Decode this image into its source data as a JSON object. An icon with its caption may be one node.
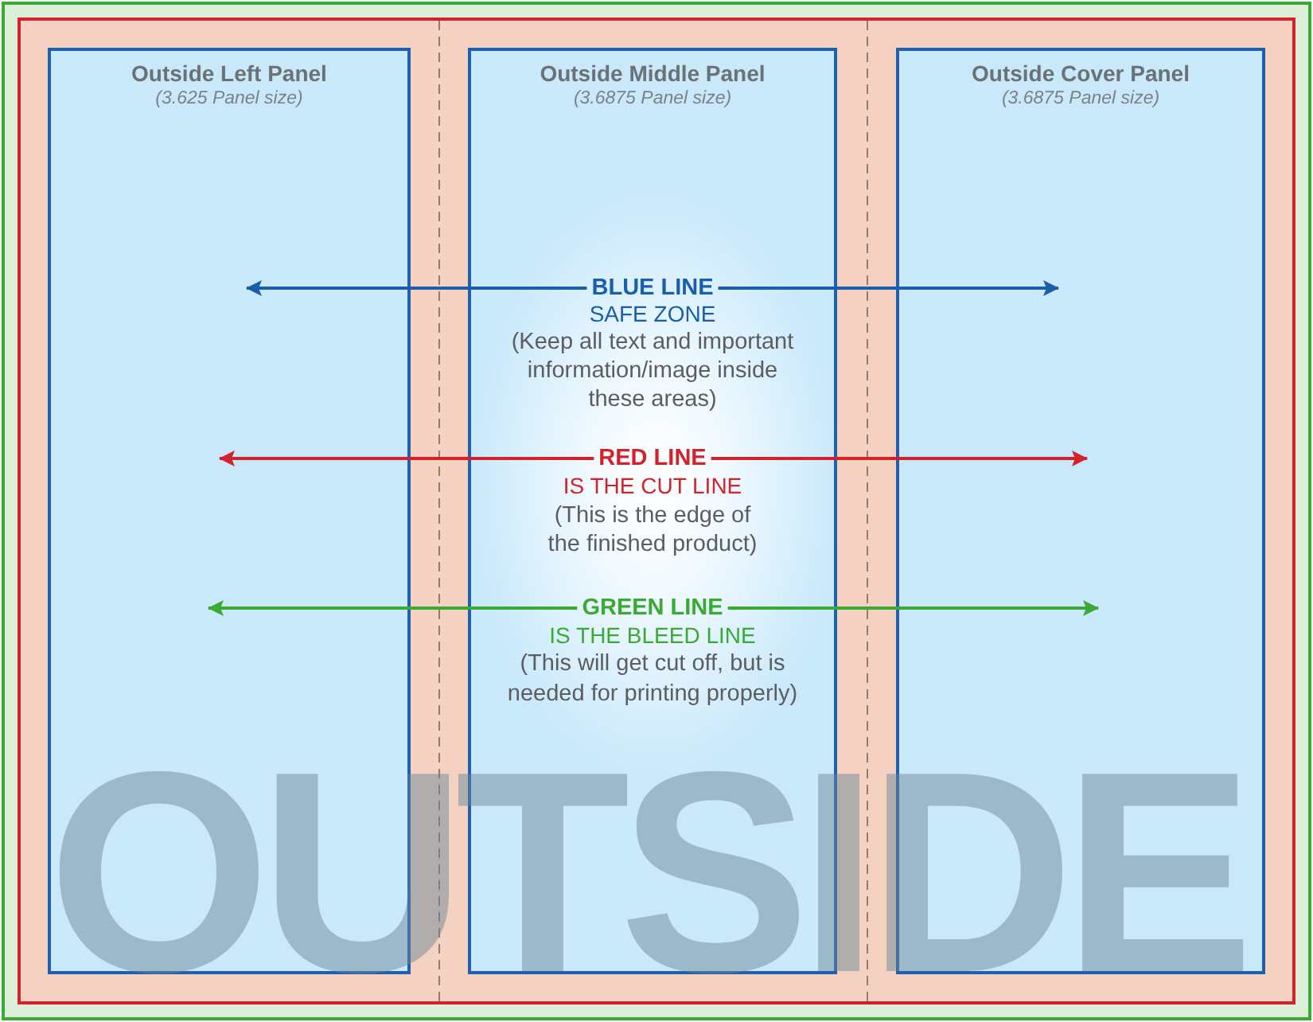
{
  "diagram": {
    "nodes": [
      {
        "text": [
          "Outside Left Panel",
          "(3.625 Panel size)"
        ]
      },
      {
        "text": [
          "Outside Middle Panel",
          "(3.6875 Panel size)"
        ]
      },
      {
        "text": [
          "Outside Cover Panel",
          "(3.6875 Panel size)"
        ]
      },
      {
        "text": [
          "BLUE LINE"
        ],
        "beside": [
          "SAFE ZONE",
          "(Keep all text and important information/image inside these areas)"
        ],
        "in": 1
      },
      {
        "text": [
          "RED LINE"
        ],
        "beside": [
          "IS THE CUT LINE",
          "(This is the edge of the finished product)"
        ],
        "in": 1
      },
      {
        "text": [
          "GREEN LINE"
        ],
        "beside": [
          "IS THE BLEED LINE",
          "(This will get cut off, but is needed for printing properly)"
        ],
        "in": 1
      }
    ],
    "edges": [
      {
        "from": 3,
        "to": 0,
        "arrow": "to",
        "color": "#1b5faa"
      },
      {
        "from": 3,
        "to": 2,
        "arrow": "to",
        "color": "#1b5faa"
      },
      {
        "from": 4,
        "to": 0,
        "arrow": "to",
        "color": "#d2232a"
      },
      {
        "from": 4,
        "to": 2,
        "arrow": "to",
        "color": "#d2232a"
      },
      {
        "from": 5,
        "to": 0,
        "arrow": "to",
        "color": "#3aaa35"
      },
      {
        "from": 5,
        "to": 2,
        "arrow": "to",
        "color": "#3aaa35"
      }
    ],
    "labels": [
      "OUTSIDE"
    ]
  }
}
